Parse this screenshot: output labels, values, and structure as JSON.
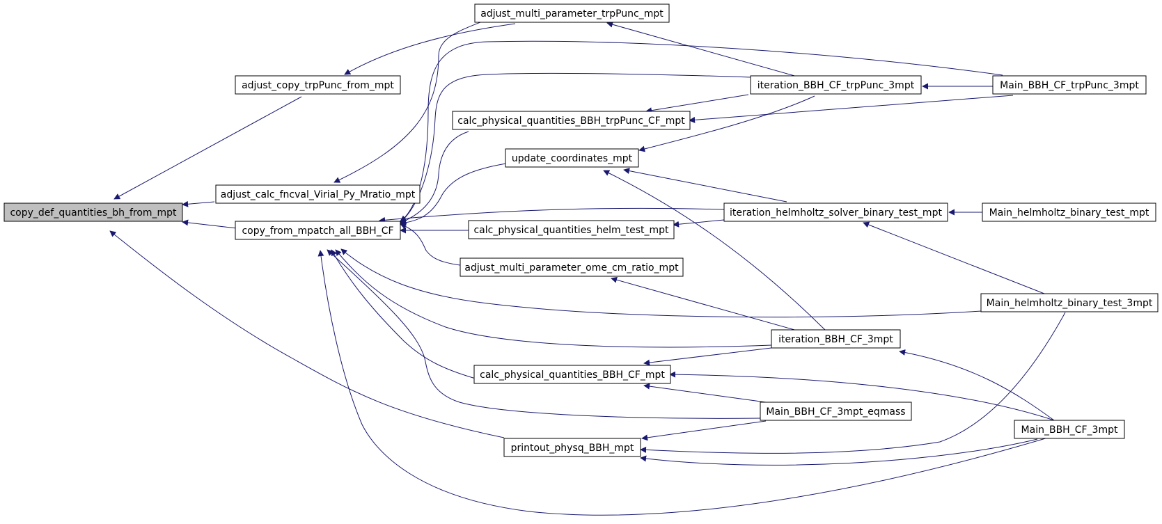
{
  "diagram": {
    "colors": {
      "edge": "#191970",
      "node_border": "#000000",
      "root_fill": "#bfbfbf",
      "node_fill": "#ffffff"
    },
    "nodes": [
      {
        "id": "copy_def",
        "label": "copy_def_quantities_bh_from_mpt",
        "root": true
      },
      {
        "id": "adj_copy",
        "label": "adjust_copy_trpPunc_from_mpt"
      },
      {
        "id": "adj_calc",
        "label": "adjust_calc_fncval_Virial_Py_Mratio_mpt"
      },
      {
        "id": "copy_from",
        "label": "copy_from_mpatch_all_BBH_CF"
      },
      {
        "id": "adj_multi_trp",
        "label": "adjust_multi_parameter_trpPunc_mpt"
      },
      {
        "id": "calc_trp",
        "label": "calc_physical_quantities_BBH_trpPunc_CF_mpt"
      },
      {
        "id": "update",
        "label": "update_coordinates_mpt"
      },
      {
        "id": "calc_helm",
        "label": "calc_physical_quantities_helm_test_mpt"
      },
      {
        "id": "adj_ome",
        "label": "adjust_multi_parameter_ome_cm_ratio_mpt"
      },
      {
        "id": "calc_bbh",
        "label": "calc_physical_quantities_BBH_CF_mpt"
      },
      {
        "id": "printout",
        "label": "printout_physq_BBH_mpt"
      },
      {
        "id": "iter_trp",
        "label": "iteration_BBH_CF_trpPunc_3mpt"
      },
      {
        "id": "iter_helm",
        "label": "iteration_helmholtz_solver_binary_test_mpt"
      },
      {
        "id": "iter_bbh",
        "label": "iteration_BBH_CF_3mpt"
      },
      {
        "id": "main_eq",
        "label": "Main_BBH_CF_3mpt_eqmass"
      },
      {
        "id": "main_trp",
        "label": "Main_BBH_CF_trpPunc_3mpt"
      },
      {
        "id": "main_helm",
        "label": "Main_helmholtz_binary_test_mpt"
      },
      {
        "id": "main_helm3",
        "label": "Main_helmholtz_binary_test_3mpt"
      },
      {
        "id": "main_bbh",
        "label": "Main_BBH_CF_3mpt"
      }
    ]
  }
}
